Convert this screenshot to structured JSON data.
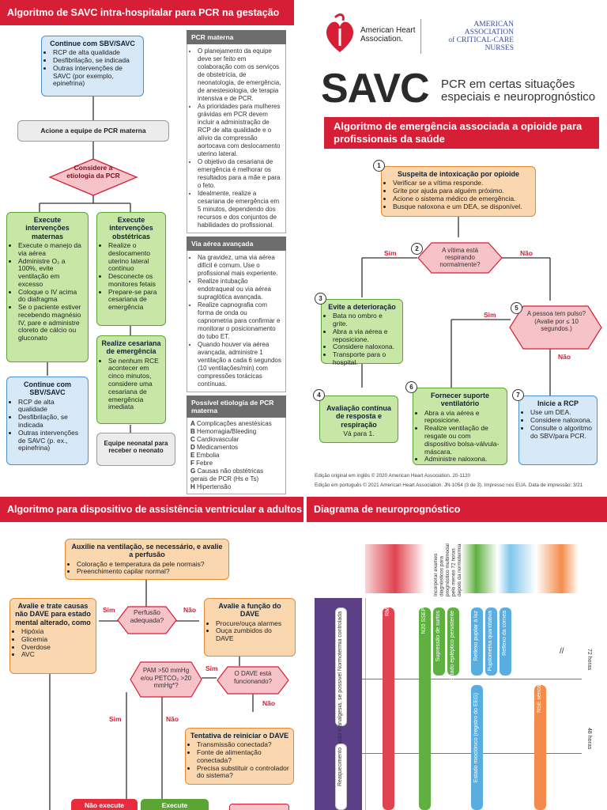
{
  "q1": {
    "title": "Algoritmo de SAVC intra-hospitalar para PCR na gestação",
    "box1": {
      "title": "Continue com SBV/SAVC",
      "items": [
        "RCP de alta qualidade",
        "Desfibrilação, se indicada",
        "Outras intervenções de SAVC (por exemplo, epinefrina)"
      ]
    },
    "box2": "Acione a equipe de PCR materna",
    "diamond": "Considere a etiologia da PCR",
    "box3": {
      "title": "Execute intervenções maternas",
      "items": [
        "Execute o manejo da via aérea",
        "Administre O₂ a 100%, evite ventilação em excesso",
        "Coloque o IV acima do diafragma",
        "Se o paciente estiver recebendo magnésio IV, pare e administre cloreto de cálcio ou gluconato"
      ]
    },
    "box4": {
      "title": "Execute intervenções obstétricas",
      "items": [
        "Realize o deslocamento uterino lateral contínuo",
        "Desconecte os monitores fetais",
        "Prepare-se para cesariana de emergência"
      ]
    },
    "box5": {
      "title": "Realize cesariana de emergência",
      "items": [
        "Se nenhum RCE acontecer em cinco minutos, considere uma cesariana de emergência imediata"
      ]
    },
    "box6": {
      "title": "Continue com SBV/SAVC",
      "items": [
        "RCP de alta qualidade",
        "Desfibrilação, se indicada",
        "Outras intervenções de SAVC (p. ex., epinefrina)"
      ]
    },
    "box7": "Equipe neonatal para receber o neonato",
    "side": {
      "h1": "PCR materna",
      "list1": [
        "O planejamento da equipe deve ser feito em colaboração com os serviços de obstetrícia, de neonatologia, de emergência, de anestesiologia, de terapia intensiva e de PCR.",
        "As prioridades para mulheres grávidas em PCR devem incluir a administração de RCP de alta qualidade e o alívio da compressão aortocava com deslocamento uterino lateral.",
        "O objetivo da cesariana de emergência é melhorar os resultados para a mãe e para o feto.",
        "Idealmente, realize a cesariana de emergência em 5 minutos, dependendo dos recursos e dos conjuntos de habilidades do profissional."
      ],
      "h2": "Via aérea avançada",
      "list2": [
        "Na gravidez, uma via aérea difícil é comum. Use o profissional mais experiente.",
        "Realize intubação endotraqueal ou via aérea supraglótica avançada.",
        "Realize capnografia com forma de onda ou capnometria para confirmar e monitorar o posicionamento do tubo ET.",
        "Quando houver via aérea avançada, administre 1 ventilação a cada 6 segundos (10 ventilações/min) com compressões torácicas contínuas."
      ],
      "h3": "Possível etiologia de PCR materna",
      "list3": [
        [
          "A",
          "Complicações anestésicas"
        ],
        [
          "B",
          "Hemorragia/Bleeding"
        ],
        [
          "C",
          "Cardiovascular"
        ],
        [
          "D",
          "Medicamentos"
        ],
        [
          "E",
          "Embolia"
        ],
        [
          "F",
          "Febre"
        ],
        [
          "G",
          "Causas não obstétricas gerais de PCR (Hs e Ts)"
        ],
        [
          "H",
          "Hipertensão"
        ]
      ]
    }
  },
  "q2": {
    "aha": "American Heart Association.",
    "aacn": [
      "AMERICAN",
      "ASSOCIATION",
      "of CRITICAL-CARE",
      "NURSES"
    ],
    "savc": "SAVC",
    "subtitle": "PCR em certas situações especiais e neuroprognóstico",
    "banner": "Algoritmo de emergência associada a opioide para profissionais da saúde",
    "n1": {
      "num": "1",
      "title": "Suspeita de intoxicação por opioide",
      "items": [
        "Verificar se a vítima responde.",
        "Grite por ajuda para alguém próximo.",
        "Acione o sistema médico de emergência.",
        "Busque naloxona e um DEA, se disponível."
      ]
    },
    "n2": {
      "num": "2",
      "text": "A vítima está respirando normalmente?"
    },
    "n3": {
      "num": "3",
      "title": "Evite a deterioração",
      "items": [
        "Bata no ombro e grite.",
        "Abra a via aérea e reposicione.",
        "Considere naloxona.",
        "Transporte para o hospital."
      ]
    },
    "n4": {
      "num": "4",
      "title": "Avaliação contínua de resposta e respiração",
      "sub": "Vá para 1."
    },
    "n5": {
      "num": "5",
      "text": "A pessoa tem pulso? (Avalie por ≤ 10 segundos.)"
    },
    "n6": {
      "num": "6",
      "title": "Fornecer suporte ventilatório",
      "items": [
        "Abra a via aérea e reposicione.",
        "Realize ventilação de resgate ou com dispositivo bolsa-válvula-máscara.",
        "Administre naloxona."
      ]
    },
    "n7": {
      "num": "7",
      "title": "Inicie a RCP",
      "items": [
        "Use um DEA.",
        "Considere naloxona.",
        "Consulte o algoritmo do SBV/para PCR."
      ]
    },
    "sim": "Sim",
    "nao": "Não",
    "foot1": "Edição original em inglês © 2020 American Heart Association. 20-1120",
    "foot2": "Edição em português © 2021 American Heart Association. JN-1054 (3 de 3). Impresso nos EUA. Data de impressão: 3/21"
  },
  "q3": {
    "title": "Algoritmo para dispositivo de assistência ventricular a adultos",
    "top": {
      "title": "Auxilie na ventilação, se necessário, e avalie a perfusão",
      "items": [
        "Coloração e temperatura da pele normais?",
        "Preenchimento capilar normal?"
      ]
    },
    "left": {
      "title": "Avalie e trate causas não DAVE para estado mental alterado, como",
      "items": [
        "Hipóxia",
        "Glicemia",
        "Overdose",
        "AVC"
      ]
    },
    "perf": "Perfusão adequada?",
    "right": {
      "title": "Avalie a função do DAVE",
      "items": [
        "Procure/ouça alarmes",
        "Ouça zumbidos do DAVE"
      ]
    },
    "pam": "PAM >50 mmHg e/ou PETCO₂ >20 mmHg*?",
    "dave": "O DAVE está funcionando?",
    "restart": {
      "title": "Tentativa de reiniciar o DAVE",
      "items": [
        "Transmissão conectada?",
        "Fonte de alimentação conectada?",
        "Precisa substituir o controlador do sistema?"
      ]
    },
    "b1": "Não execute",
    "b2": "Execute",
    "sim": "Sim",
    "nao": "Não"
  },
  "q4": {
    "title": "Diagrama de neuroprognóstico",
    "rot": "Incorporar exames diagnósticos para prognóstico multimodal pelo menos 72 horas depois da normotermia",
    "h72": "72 horas",
    "h48": "48 horas",
    "bars": [
      "Limitar sedação e analgesia, se possível Normotermia controlada",
      "Reaquecimento",
      "RM",
      "N20 SSEP",
      "Supressão de surtos",
      "Estado epiléptico persistente",
      "Reflexo pupilar à luz",
      "Pupilometria quantitativa",
      "Reflexo da córnea",
      "Estado mioclônico (registro do EEG)",
      "NSE sérica"
    ]
  }
}
